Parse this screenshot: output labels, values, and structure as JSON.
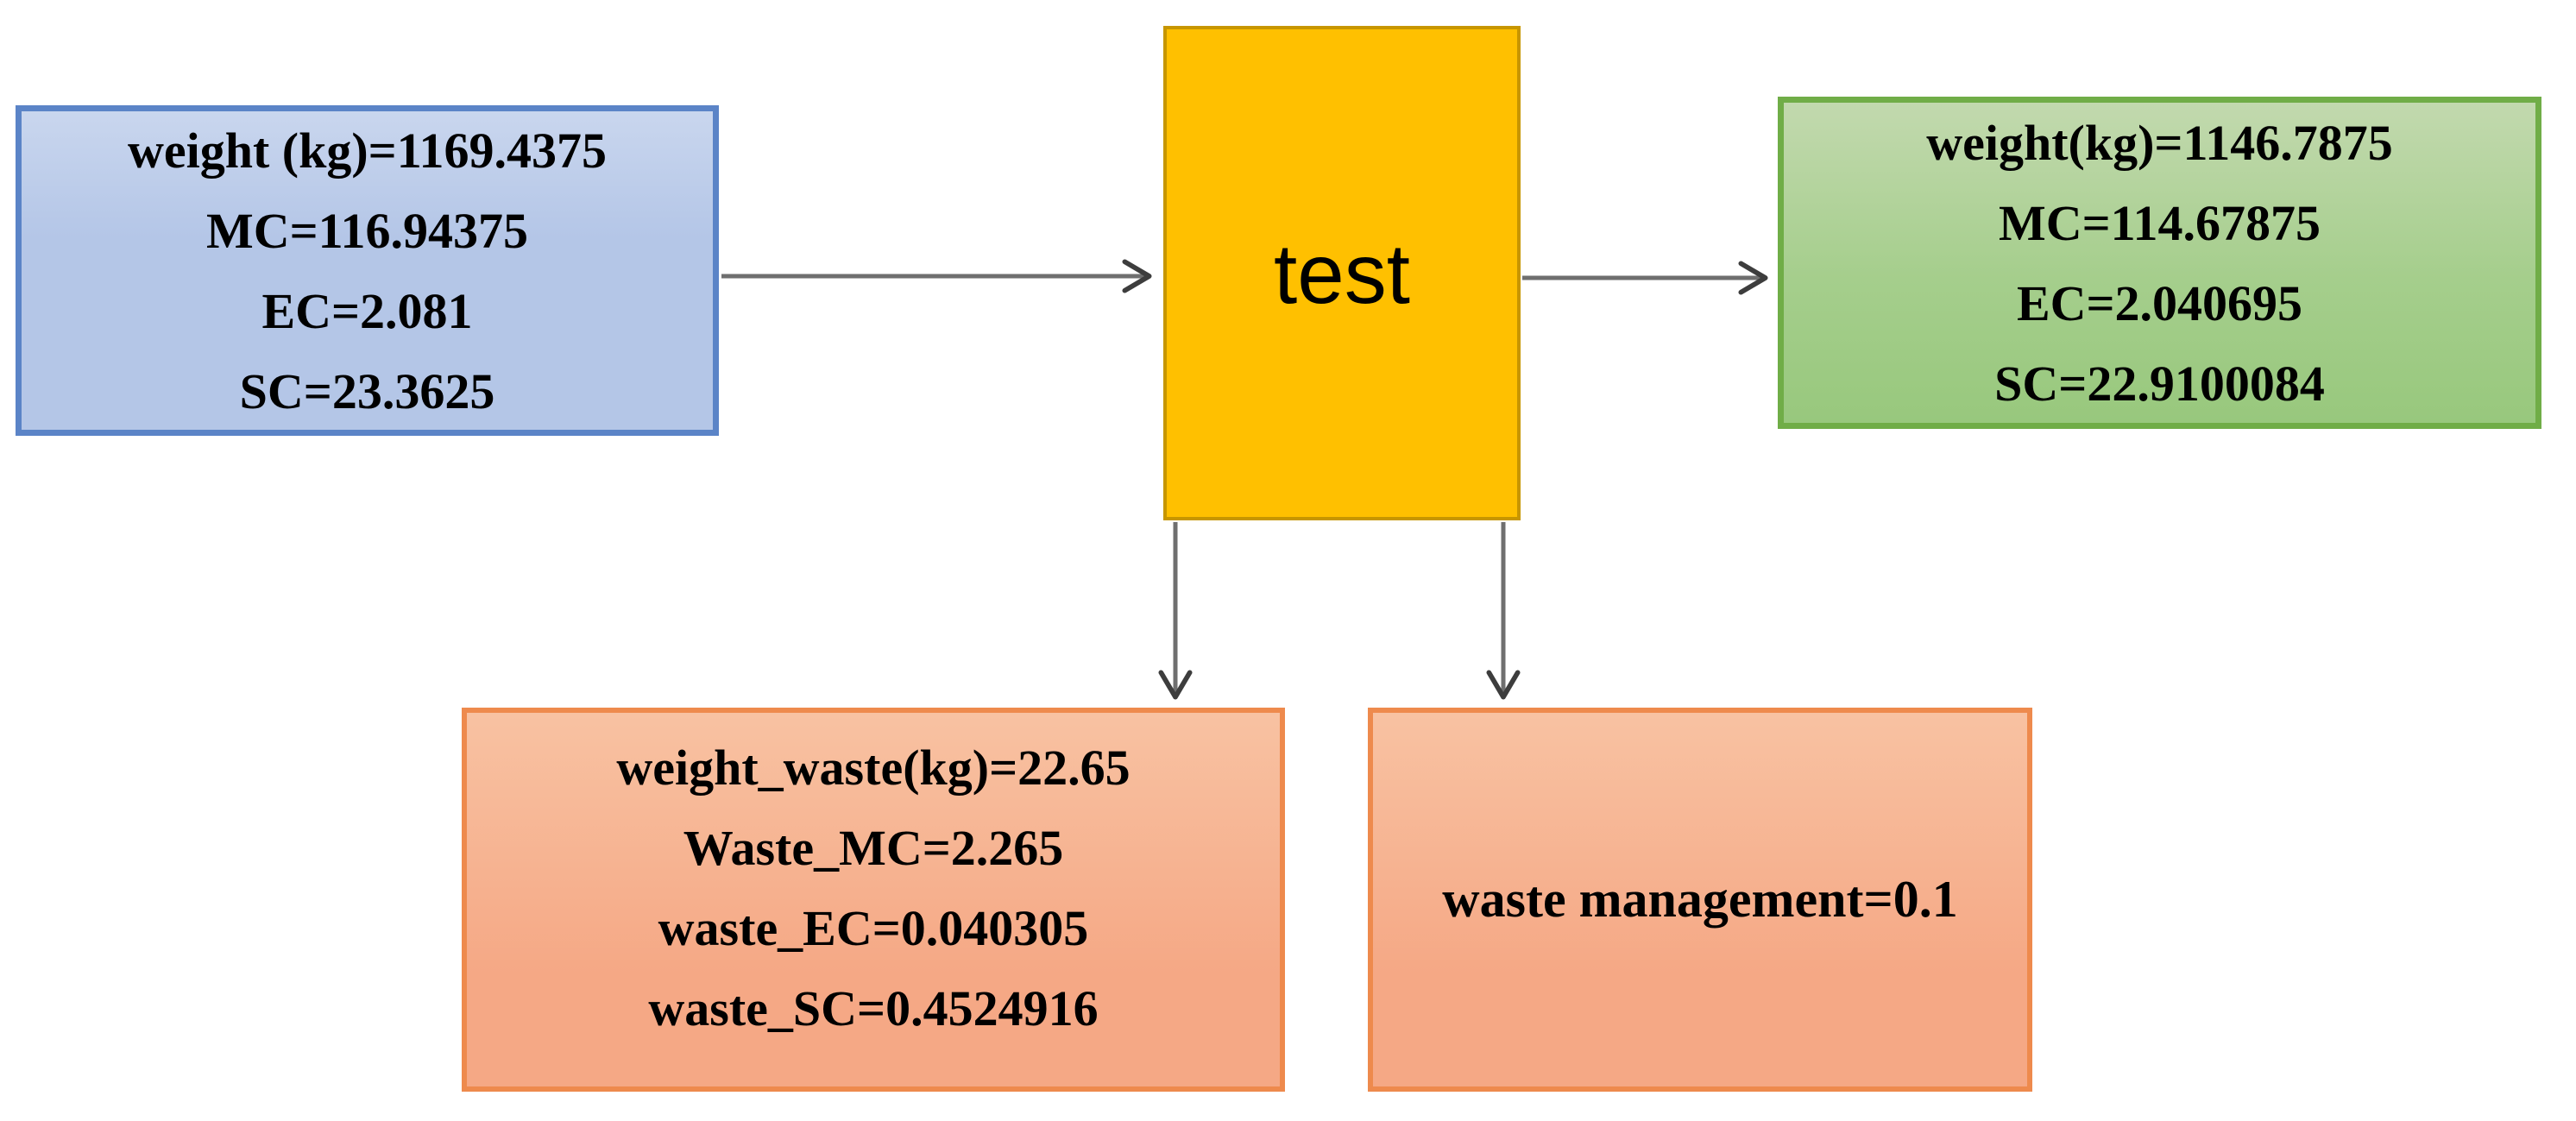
{
  "colors": {
    "background": "#FFFFFF",
    "text": "#000000",
    "input_fill": "#B4C6E7",
    "input_border": "#5B84C7",
    "process_fill": "#FFC000",
    "process_border": "#C79600",
    "output_fill": "#A5CE8C",
    "output_border": "#70AD47",
    "waste_fill": "#F5A885",
    "waste_border": "#EE8A4D",
    "arrow_line": "#6F6F6F",
    "arrow_head": "#3D3D3D"
  },
  "nodes": {
    "input": {
      "lines": [
        "weight (kg)=1169.4375",
        "MC=116.94375",
        "EC=2.081",
        "SC=23.3625"
      ]
    },
    "process": {
      "label": "test"
    },
    "output": {
      "lines": [
        "weight(kg)=1146.7875",
        "MC=114.67875",
        "EC=2.040695",
        "SC=22.9100084"
      ]
    },
    "waste": {
      "lines": [
        "weight_waste(kg)=22.65",
        "Waste_MC=2.265",
        "waste_EC=0.040305",
        "waste_SC=0.4524916"
      ]
    },
    "waste_management": {
      "lines": [
        "waste management=0.1"
      ]
    }
  },
  "connections": [
    {
      "from": "input",
      "to": "process",
      "type": "arrow"
    },
    {
      "from": "process",
      "to": "output",
      "type": "arrow"
    },
    {
      "from": "process",
      "to": "waste",
      "type": "arrow"
    },
    {
      "from": "process",
      "to": "waste_management",
      "type": "arrow"
    }
  ]
}
